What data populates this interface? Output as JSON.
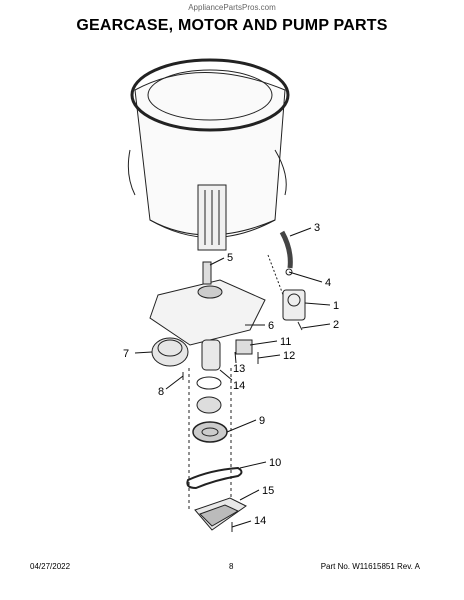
{
  "watermark": "AppliancePartsPros.com",
  "title": "GEARCASE, MOTOR AND PUMP PARTS",
  "callouts": [
    "3",
    "4",
    "1",
    "2",
    "5",
    "6",
    "11",
    "12",
    "7",
    "13",
    "8",
    "14",
    "9",
    "10",
    "15",
    "14"
  ],
  "footer": {
    "date": "04/27/2022",
    "page": "8",
    "part": "Part No. W11615851  Rev. A"
  }
}
